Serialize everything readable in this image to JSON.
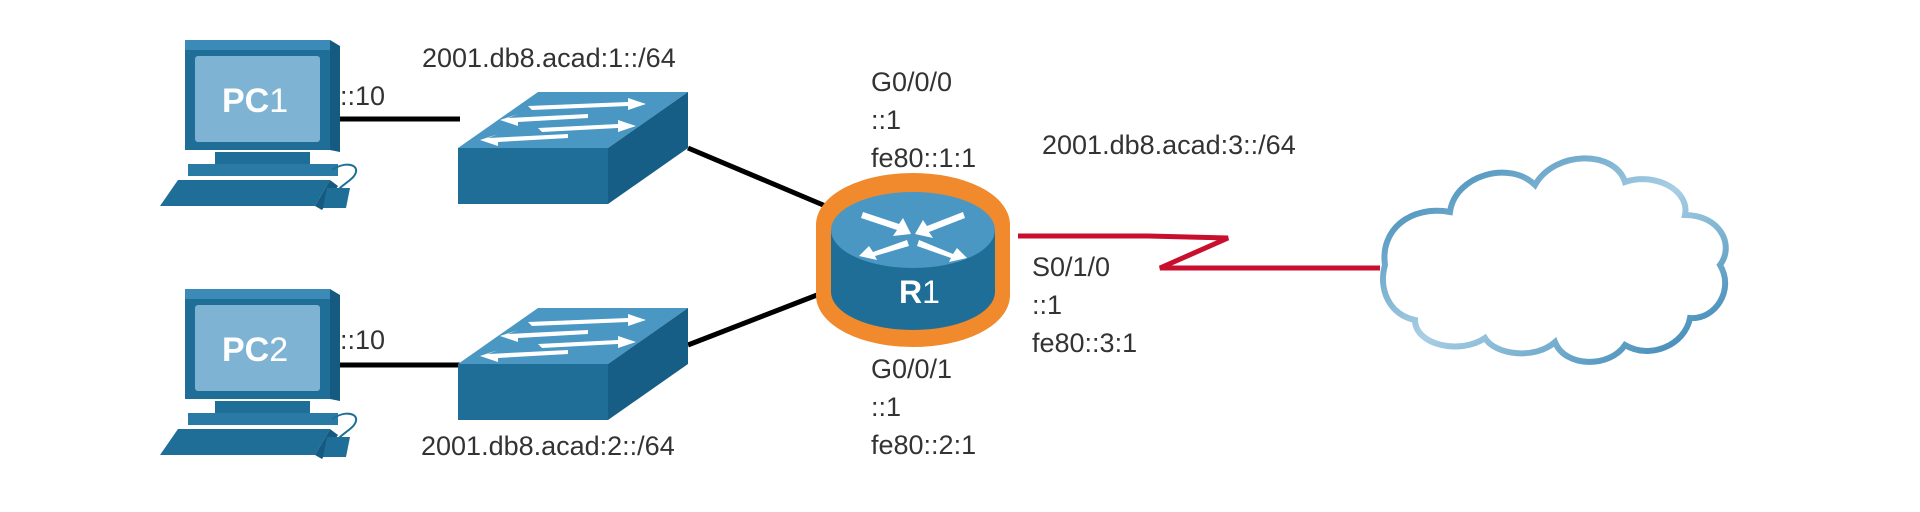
{
  "devices": {
    "pc1": {
      "name_prefix": "PC",
      "name_number": "1",
      "address": "::10"
    },
    "pc2": {
      "name_prefix": "PC",
      "name_number": "2",
      "address": "::10"
    },
    "router": {
      "name_prefix": "R",
      "name_number": "1"
    }
  },
  "networks": {
    "lan1": "2001.db8.acad:1::/64",
    "lan2": "2001.db8.acad:2::/64",
    "wan": "2001.db8.acad:3::/64"
  },
  "interfaces": {
    "g000": {
      "name": "G0/0/0",
      "ipv6": "::1",
      "link_local": "fe80::1:1"
    },
    "g001": {
      "name": "G0/0/1",
      "ipv6": "::1",
      "link_local": "fe80::2:1"
    },
    "s010": {
      "name": "S0/1/0",
      "ipv6": "::1",
      "link_local": "fe80::3:1"
    }
  },
  "colors": {
    "device_blue": "#1f6e98",
    "device_light": "#7fb3d3",
    "router_ring": "#f08a2c",
    "serial_link": "#c8102e",
    "ethernet_link": "#000000",
    "cloud_stroke": "#3a86b4"
  },
  "icons": [
    "pc-icon",
    "switch-icon",
    "router-icon",
    "cloud-icon",
    "serial-link-icon"
  ]
}
